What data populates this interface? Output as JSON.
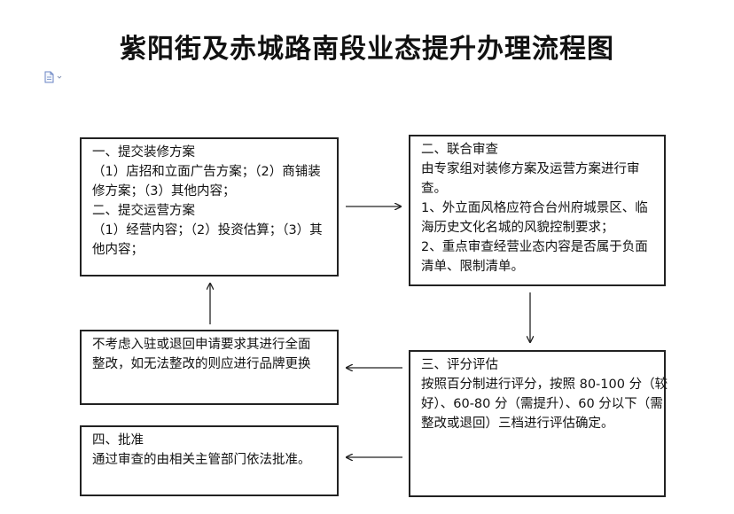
{
  "title": "紫阳街及赤城路南段业态提升办理流程图",
  "icons": {
    "document": "document-icon"
  },
  "boxes": {
    "submit": {
      "lines": [
        "一、提交装修方案",
        "（1）店招和立面广告方案；（2）商铺装",
        "修方案；（3）其他内容；",
        "二、提交运营方案",
        "（1）经营内容；（2）投资估算；（3）其",
        "他内容；"
      ]
    },
    "joint_review": {
      "lines": [
        "二、联合审查",
        "由专家组对装修方案及运营方案进行审",
        "查。",
        "1、外立面风格应符合台州府城景区、临",
        "海历史文化名城的风貌控制要求；",
        "2、重点审查经营业态内容是否属于负面",
        "清单、限制清单。"
      ]
    },
    "reject": {
      "lines": [
        "不考虑入驻或退回申请要求其进行全面",
        "整改，如无法整改的则应进行品牌更换"
      ]
    },
    "score": {
      "lines": [
        "三、评分评估",
        "按照百分制进行评分，按照 80-100 分（较",
        "好）、60-80 分（需提升）、60 分以下（需",
        "整改或退回）三档进行评估确定。"
      ]
    },
    "approve": {
      "lines": [
        "四、批准",
        "通过审查的由相关主管部门依法批准。"
      ]
    }
  }
}
